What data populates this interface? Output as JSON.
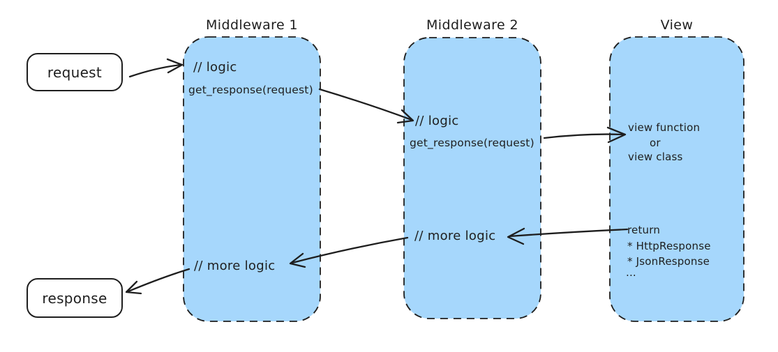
{
  "colors": {
    "box_fill": "#a6d7fc",
    "stroke": "#1e1e1e",
    "background": "#ffffff"
  },
  "nodes": {
    "request": {
      "label": "request"
    },
    "response": {
      "label": "response"
    },
    "middleware1": {
      "title": "Middleware 1",
      "logic_label": "// logic",
      "get_response_label": "get_response(request)",
      "more_logic_label": "// more logic"
    },
    "middleware2": {
      "title": "Middleware 2",
      "logic_label": "// logic",
      "get_response_label": "get_response(request)",
      "more_logic_label": "// more logic"
    },
    "view": {
      "title": "View",
      "body_lines": [
        "view function",
        "or",
        "view class"
      ],
      "return_lines": [
        "return",
        "* HttpResponse",
        "* JsonResponse",
        "..."
      ]
    }
  },
  "edges": [
    {
      "name": "request-to-middleware1"
    },
    {
      "name": "middleware1-to-middleware2"
    },
    {
      "name": "middleware2-to-view"
    },
    {
      "name": "view-to-middleware2"
    },
    {
      "name": "middleware2-to-middleware1"
    },
    {
      "name": "middleware1-to-response"
    }
  ]
}
